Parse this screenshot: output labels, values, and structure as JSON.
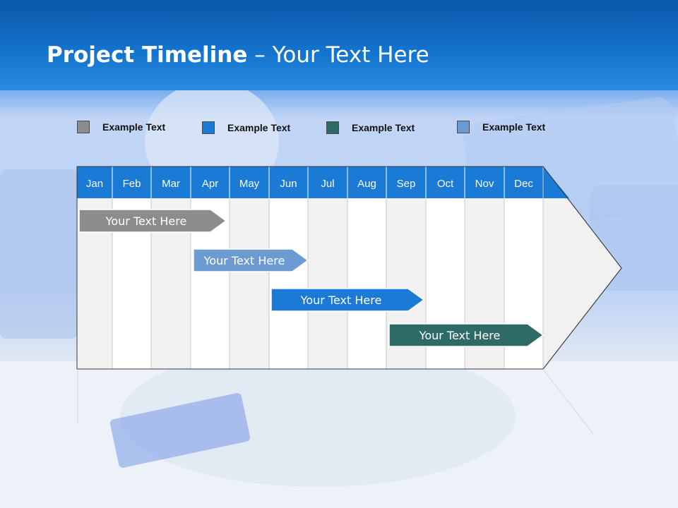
{
  "slide": {
    "title_bold": "Project Timeline",
    "title_rest": " – Your Text Here"
  },
  "legend": [
    {
      "label": "Example Text",
      "color": "#8c8c8c"
    },
    {
      "label": "Example Text",
      "color": "#1a7ad6"
    },
    {
      "label": "Example Text",
      "color": "#2e6b66"
    },
    {
      "label": "Example Text",
      "color": "#6c9bd2"
    }
  ],
  "timeline": {
    "months": [
      "Jan",
      "Feb",
      "Mar",
      "Apr",
      "May",
      "Jun",
      "Jul",
      "Aug",
      "Sep",
      "Oct",
      "Nov",
      "Dec"
    ],
    "header_color": "#1a7ad6",
    "tasks": [
      {
        "label": "Your  Text Here",
        "start_month": "Jan",
        "end_month": "Apr",
        "color": "#8c8c8c"
      },
      {
        "label": "Your  Text Here",
        "start_month": "Apr",
        "end_month": "Jun",
        "color": "#6c9bd2"
      },
      {
        "label": "Your  Text Here",
        "start_month": "Jun",
        "end_month": "Sep",
        "color": "#1a7ad6"
      },
      {
        "label": "Your  Text Here",
        "start_month": "Sep",
        "end_month": "Dec",
        "color": "#2e6b66"
      }
    ]
  }
}
